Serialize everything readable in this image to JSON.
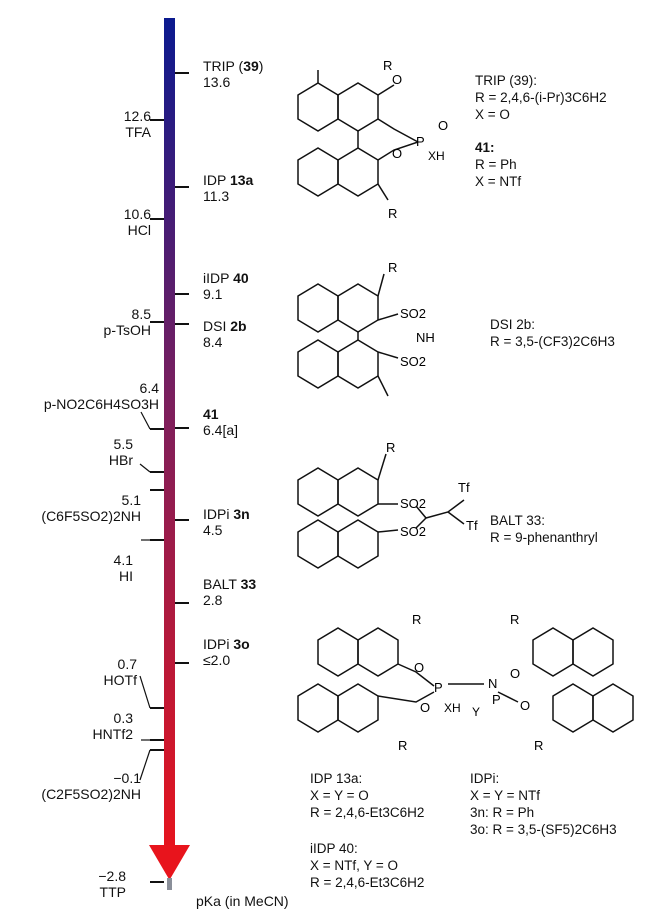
{
  "scale": {
    "top_color": "#0b1a8f",
    "mid_color": "#7a1f5e",
    "bottom_color": "#e8141c",
    "caption": "pKa (in MeCN)"
  },
  "left_labels": [
    {
      "id": "tfa",
      "value": "12.6",
      "name": "TFA"
    },
    {
      "id": "hcl",
      "value": "10.6",
      "name": "HCl"
    },
    {
      "id": "ptsoh",
      "value": "8.5",
      "name": "p-TsOH"
    },
    {
      "id": "pno2",
      "value": "6.4",
      "name": "p-NO2C6H4SO3H"
    },
    {
      "id": "hbr",
      "value": "5.5",
      "name": "HBr"
    },
    {
      "id": "c6f5",
      "value": "5.1",
      "name": "(C6F5SO2)2NH"
    },
    {
      "id": "hi",
      "value": "4.1",
      "name": "HI"
    },
    {
      "id": "hotf",
      "value": "0.7",
      "name": "HOTf"
    },
    {
      "id": "hntf2",
      "value": "0.3",
      "name": "HNTf2"
    },
    {
      "id": "c2f5",
      "value": "−0.1",
      "name": "(C2F5SO2)2NH"
    },
    {
      "id": "ttp",
      "value": "−2.8",
      "name": "TTP"
    }
  ],
  "right_labels": [
    {
      "id": "trip",
      "name": "TRIP",
      "num": "39",
      "value": "13.6"
    },
    {
      "id": "idp",
      "name": "IDP",
      "num": "13a",
      "value": "11.3"
    },
    {
      "id": "iidp",
      "name": "iIDP",
      "num": "40",
      "value": "9.1"
    },
    {
      "id": "dsi",
      "name": "DSI",
      "num": "2b",
      "value": "8.4"
    },
    {
      "id": "c41",
      "name": "",
      "num": "41",
      "value": "6.4[a]"
    },
    {
      "id": "idpi3n",
      "name": "IDPi",
      "num": "3n",
      "value": "4.5"
    },
    {
      "id": "balt",
      "name": "BALT",
      "num": "33",
      "value": "2.8"
    },
    {
      "id": "idpi3o",
      "name": "IDPi",
      "num": "3o",
      "value": "≤2.0"
    }
  ],
  "notes": {
    "trip": {
      "title": "TRIP (39):",
      "l1": "R = 2,4,6-(i-Pr)3C6H2",
      "l2": "X = O",
      "t2": "41:",
      "l3": "R = Ph",
      "l4": "X = NTf"
    },
    "dsi": {
      "title": "DSI 2b:",
      "l1": "R = 3,5-(CF3)2C6H3"
    },
    "balt": {
      "title": "BALT 33:",
      "l1": "R = 9-phenanthryl"
    },
    "idp": {
      "title": "IDP 13a:",
      "l1": "X = Y = O",
      "l2": "R = 2,4,6-Et3C6H2"
    },
    "iidp": {
      "title": "iIDP 40:",
      "l1": "X = NTf, Y = O",
      "l2": "R = 2,4,6-Et3C6H2"
    },
    "idpi": {
      "title": "IDPi:",
      "l1": "X = Y = NTf",
      "l2": "3n: R = Ph",
      "l3": "3o: R = 3,5-(SF5)2C6H3"
    }
  },
  "struct_labels": {
    "R": "R",
    "O": "O",
    "P": "P",
    "X": "X",
    "XH": "XH",
    "SO2": "SO2",
    "NH": "NH",
    "N": "N",
    "Y": "Y",
    "Tf": "Tf"
  }
}
